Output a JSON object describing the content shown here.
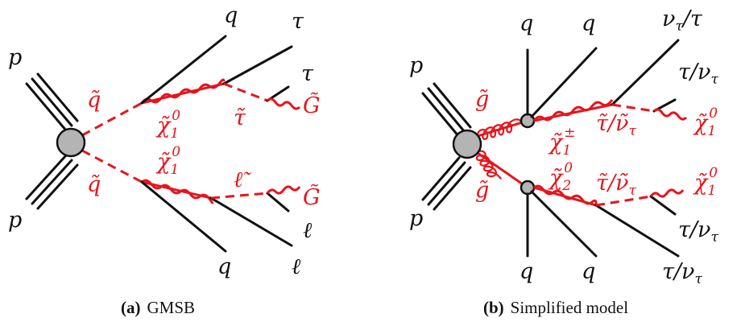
{
  "panel_a": {
    "label_p_top": "p",
    "label_p_bottom": "p",
    "label_squark_top": "q̃",
    "label_squark_bottom": "q̃",
    "label_neutralino_top": "χ̃",
    "label_neutralino_top_sub": "1",
    "label_neutralino_top_sup": "0",
    "label_neutralino_bottom": "χ̃",
    "label_neutralino_bottom_sub": "1",
    "label_neutralino_bottom_sup": "0",
    "label_stau": "τ̃",
    "label_slepton": "ℓ̃",
    "label_gravitino_top": "G̃",
    "label_gravitino_bottom": "G̃",
    "label_q_top": "q",
    "label_q_bottom": "q",
    "label_tau_1": "τ",
    "label_tau_2": "τ",
    "label_l_1": "ℓ",
    "label_l_2": "ℓ",
    "caption_tag": "(a)",
    "caption_text": "GMSB"
  },
  "panel_b": {
    "label_p_top": "p",
    "label_p_bottom": "p",
    "label_gluino_top": "g̃",
    "label_gluino_bottom": "g̃",
    "label_q_tl": "q",
    "label_q_tr": "q",
    "label_q_bl": "q",
    "label_q_br": "q",
    "label_chargino": "χ̃",
    "label_chargino_sub": "1",
    "label_chargino_sup": "±",
    "label_neutralino2": "χ̃",
    "label_neutralino2_sub": "2",
    "label_neutralino2_sup": "0",
    "label_stau_top": "τ̃/ν̃",
    "label_stau_top_sub": "τ",
    "label_stau_bottom": "τ̃/ν̃",
    "label_stau_bottom_sub": "τ",
    "label_lsp_top": "χ̃",
    "label_lsp_top_sub": "1",
    "label_lsp_top_sup": "0",
    "label_lsp_bottom": "χ̃",
    "label_lsp_bottom_sub": "1",
    "label_lsp_bottom_sup": "0",
    "label_nutau_tau_top": "ν",
    "label_nutau_tau_top_sub": "τ",
    "label_nutau_tau_top_rest": "/τ",
    "label_tau_nutau_top": "τ/ν",
    "label_tau_nutau_top_sub": "τ",
    "label_tau_nutau_b1": "τ/ν",
    "label_tau_nutau_b1_sub": "τ",
    "label_tau_nutau_b2": "τ/ν",
    "label_tau_nutau_b2_sub": "τ",
    "caption_tag": "(b)",
    "caption_text": "Simplified model"
  },
  "colors": {
    "sparticle": "#e8141c",
    "sm_particle": "#111111",
    "vertex_blob": "#b4b4b4"
  }
}
